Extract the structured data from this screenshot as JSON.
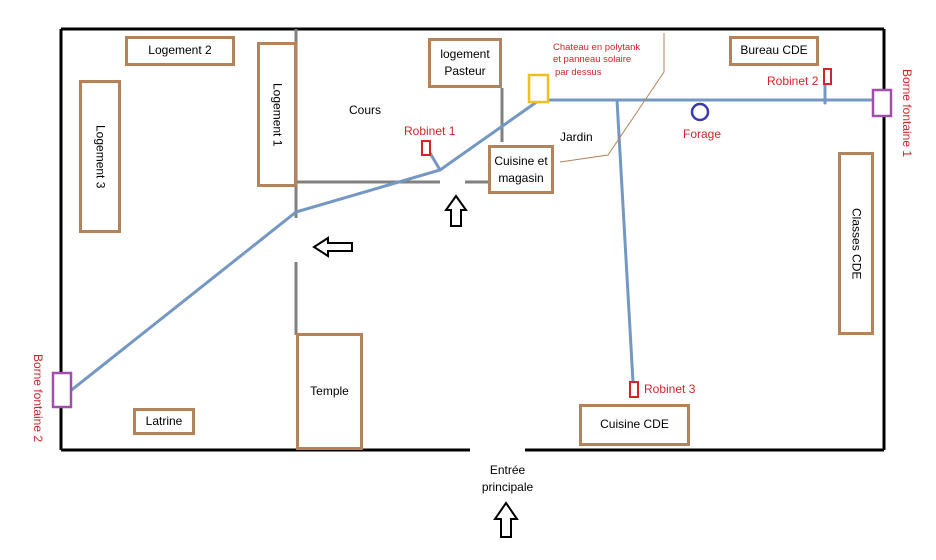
{
  "rooms": {
    "logement2": "Logement 2",
    "logement1": "Logement 1",
    "logement3": "Logement 3",
    "logement_pasteur_l1": "logement",
    "logement_pasteur_l2": "Pasteur",
    "bureau": "Bureau CDE",
    "cuisine_magasin_l1": "Cuisine et",
    "cuisine_magasin_l2": "magasin",
    "classes": "Classes  CDE",
    "temple": "Temple",
    "latrine": "Latrine",
    "cuisine_cde": "Cuisine CDE"
  },
  "labels": {
    "cours": "Cours",
    "jardin": "Jardin",
    "entree_l1": "Entrée",
    "entree_l2": "principale"
  },
  "water_points": {
    "robinet1": "Robinet 1",
    "robinet2": "Robinet 2",
    "robinet3": "Robinet 3",
    "forage": "Forage",
    "borne1": "Borne fontaine 1",
    "borne2": "Borne fontaine 2"
  },
  "note": {
    "line1": "Chateau en polytank",
    "line2": "et panneau solaire",
    "line3": "par dessus"
  },
  "colors": {
    "wall": "#000000",
    "inner_wall": "#808080",
    "room_border": "#b5835a",
    "pipe": "#7498c2",
    "tap": "#d0262b",
    "fountain": "#a050a8",
    "forage": "#3a3ab0",
    "tank": "#f0c020",
    "annotation": "#d0262b"
  }
}
